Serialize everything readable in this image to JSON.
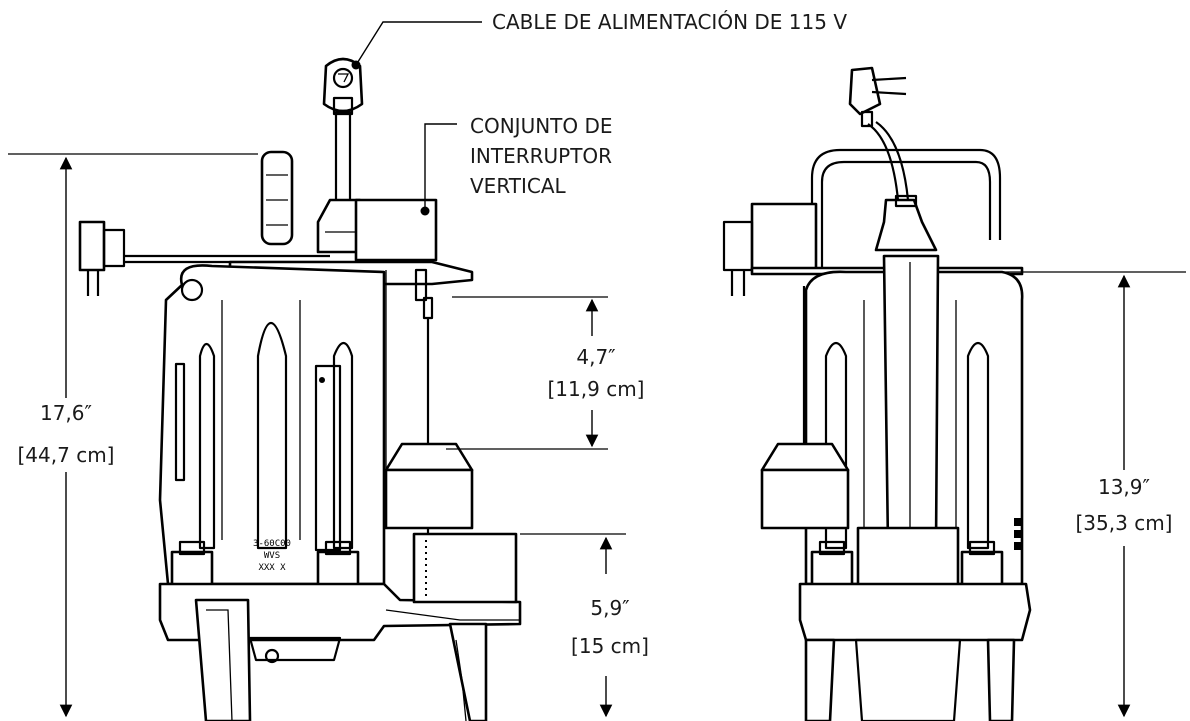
{
  "callouts": {
    "power_cord": "CABLE DE ALIMENTACIÓN DE 115 V",
    "switch_line1": "CONJUNTO DE",
    "switch_line2": "INTERRUPTOR",
    "switch_line3": "VERTICAL"
  },
  "dimensions": {
    "overall_height_in": "17,6″",
    "overall_height_cm": "[44,7 cm]",
    "float_travel_in": "4,7″",
    "float_travel_cm": "[11,9 cm]",
    "float_low_in": "5,9″",
    "float_low_cm": "[15 cm]",
    "body_height_in": "13,9″",
    "body_height_cm": "[35,3 cm]"
  },
  "pump_markings": {
    "line1": "3-60C00",
    "line2": "WVS",
    "line3": "XXX X"
  },
  "colors": {
    "line": "#000000",
    "text": "#1a1a1a",
    "background": "#ffffff"
  }
}
